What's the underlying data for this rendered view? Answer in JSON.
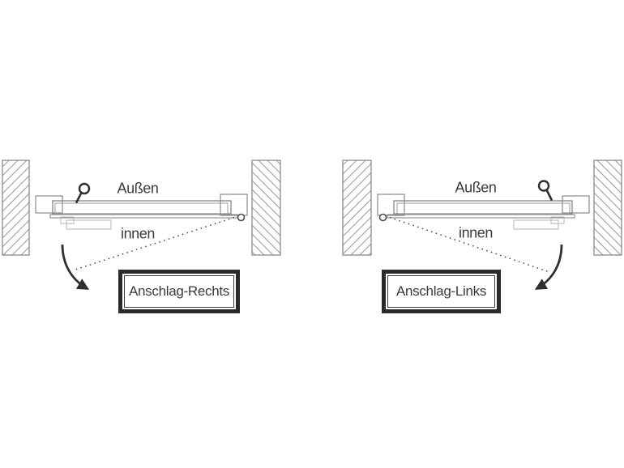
{
  "title": "Door hinge orientation diagram",
  "colors": {
    "background": "#ffffff",
    "wall_line": "#8a8a8a",
    "door_line": "#858585",
    "detail_line": "#b5b5b5",
    "ink": "#2f2f2f",
    "text": "#3c3c3c",
    "box_border": "#2a2a2a"
  },
  "diagrams": [
    {
      "id": "anschlag-rechts",
      "hinge_side": "right",
      "outside_label": "Außen",
      "inside_label": "innen",
      "caption": "Anschlag-Rechts"
    },
    {
      "id": "anschlag-links",
      "hinge_side": "left",
      "outside_label": "Außen",
      "inside_label": "innen",
      "caption": "Anschlag-Links"
    }
  ]
}
